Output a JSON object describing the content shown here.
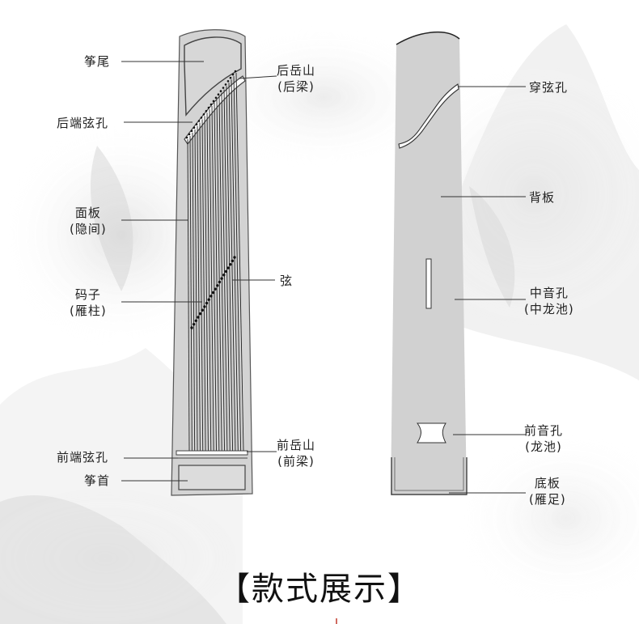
{
  "title": "【款式展示】",
  "front_labels": {
    "tail": "筝尾",
    "rear_bridge": [
      "后岳山",
      "(后梁)"
    ],
    "rear_holes": "后端弦孔",
    "soundboard": [
      "面板",
      "(隐间)"
    ],
    "strings": "弦",
    "bridges": [
      "码子",
      "(雁柱)"
    ],
    "front_holes": "前端弦孔",
    "front_bridge": [
      "前岳山",
      "(前梁)"
    ],
    "head": "筝首"
  },
  "back_labels": {
    "string_holes": "穿弦孔",
    "back_board": "背板",
    "middle_hole": [
      "中音孔",
      "(中龙池)"
    ],
    "front_hole": [
      "前音孔",
      "(龙池)"
    ],
    "bottom_board": [
      "底板",
      "(雁足)"
    ]
  },
  "colors": {
    "body": "#d3d3d3",
    "outline": "#555555",
    "string": "#222222"
  }
}
